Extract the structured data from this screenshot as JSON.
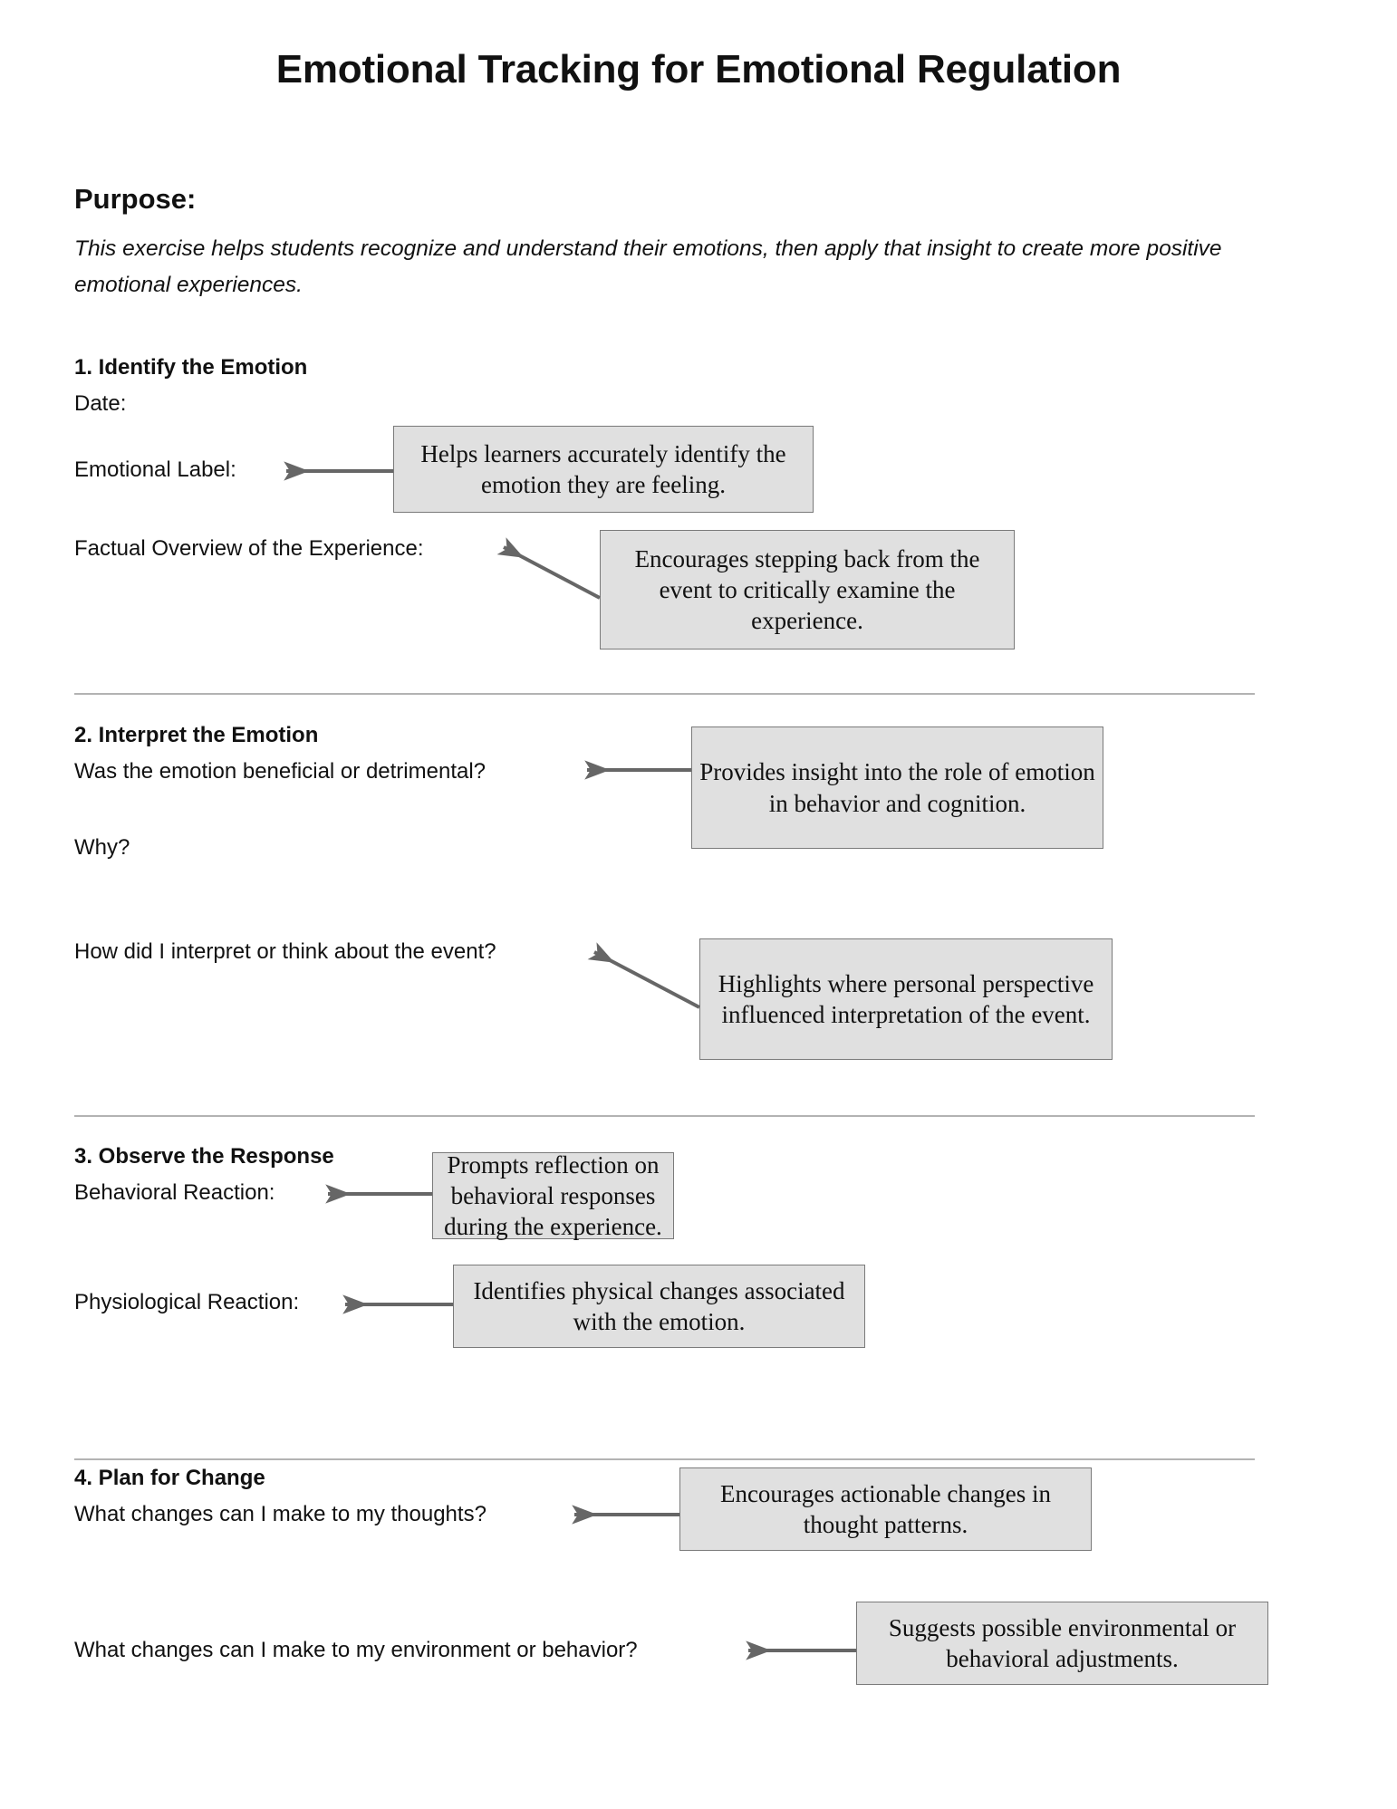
{
  "document": {
    "title": "Emotional Tracking for Emotional Regulation",
    "purpose": {
      "heading": "Purpose:",
      "body": "This exercise helps students recognize and understand their emotions, then apply that insight to create more positive emotional experiences."
    },
    "sections": [
      {
        "heading": "1. Identify the Emotion",
        "prompts": [
          "Date:",
          "Emotional Label:",
          "Factual Overview of the Experience:"
        ]
      },
      {
        "heading": "2. Interpret the Emotion",
        "prompts": [
          "Was the emotion beneficial or detrimental?",
          "Why?",
          "How did I interpret or think about the event?"
        ]
      },
      {
        "heading": "3. Observe the Response",
        "prompts": [
          "Behavioral Reaction:",
          "Physiological Reaction:"
        ]
      },
      {
        "heading": "4. Plan for Change",
        "prompts": [
          "What changes can I make to my thoughts?",
          "What changes can I make to my environment or behavior?"
        ]
      }
    ],
    "callouts": [
      {
        "id": "callout-emotional-label",
        "text": "Helps learners accurately identify the emotion they are feeling."
      },
      {
        "id": "callout-factual-overview",
        "text": "Encourages stepping back from the event to critically examine the experience."
      },
      {
        "id": "callout-beneficial-detrimental",
        "text": "Provides insight into the role of emotion in behavior and cognition."
      },
      {
        "id": "callout-interpretation",
        "text": "Highlights where personal perspective influenced interpretation of the event."
      },
      {
        "id": "callout-behavioral-reaction",
        "text": "Prompts reflection on behavioral responses during the experience."
      },
      {
        "id": "callout-physiological-reaction",
        "text": "Identifies physical changes associated with the emotion."
      },
      {
        "id": "callout-thought-changes",
        "text": "Encourages actionable changes in thought patterns."
      },
      {
        "id": "callout-environment-changes",
        "text": "Suggests possible environmental or behavioral adjustments."
      }
    ],
    "colors": {
      "page_background": "#ffffff",
      "text": "#111111",
      "callout_background": "#e0e0e0",
      "callout_border": "#7a7a7a",
      "divider": "#b3b3b3",
      "arrow": "#666666"
    }
  }
}
